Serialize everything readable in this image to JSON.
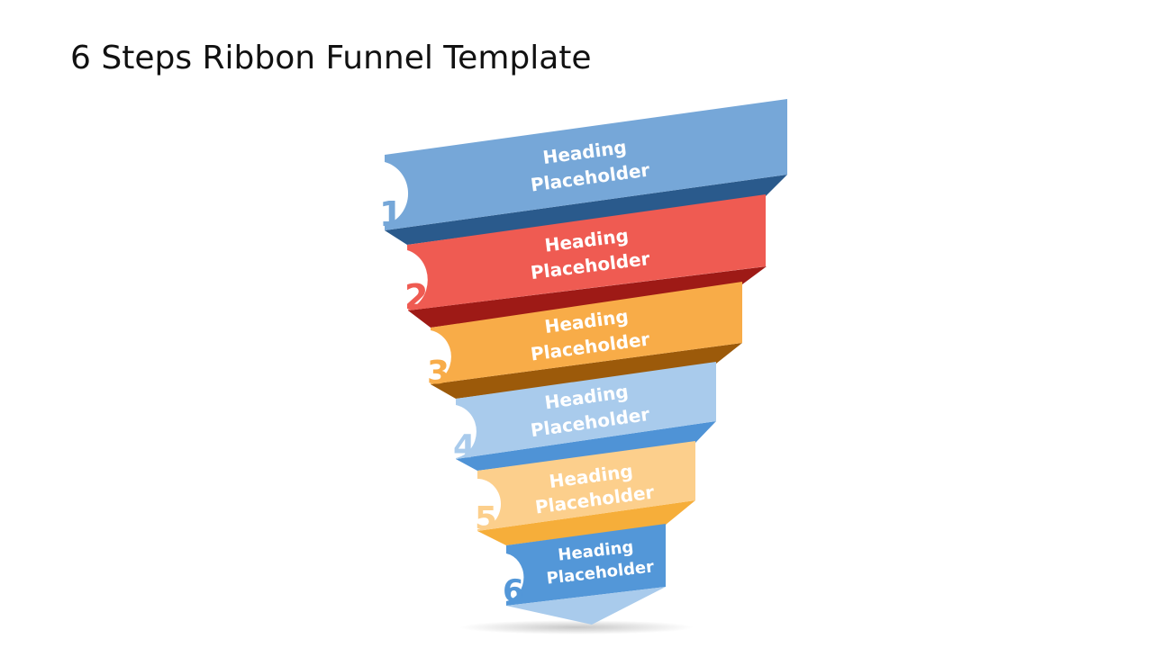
{
  "slide": {
    "title": "6 Steps Ribbon Funnel Template"
  },
  "steps": [
    {
      "number": "1",
      "line1": "Heading",
      "line2": "Placeholder",
      "color": "#76A7D8",
      "fold": "#2A5A8C"
    },
    {
      "number": "2",
      "line1": "Heading",
      "line2": "Placeholder",
      "color": "#EF5B52",
      "fold": "#9E1A16"
    },
    {
      "number": "3",
      "line1": "Heading",
      "line2": "Placeholder",
      "color": "#F8AC48",
      "fold": "#9C5A0A"
    },
    {
      "number": "4",
      "line1": "Heading",
      "line2": "Placeholder",
      "color": "#A9CBEC",
      "fold": "#4F93D6"
    },
    {
      "number": "5",
      "line1": "Heading",
      "line2": "Placeholder",
      "color": "#FCCF8C",
      "fold": "#F6AE3A"
    },
    {
      "number": "6",
      "line1": "Heading",
      "line2": "Placeholder",
      "color": "#5397D8",
      "fold": "#A9CBEC"
    }
  ]
}
